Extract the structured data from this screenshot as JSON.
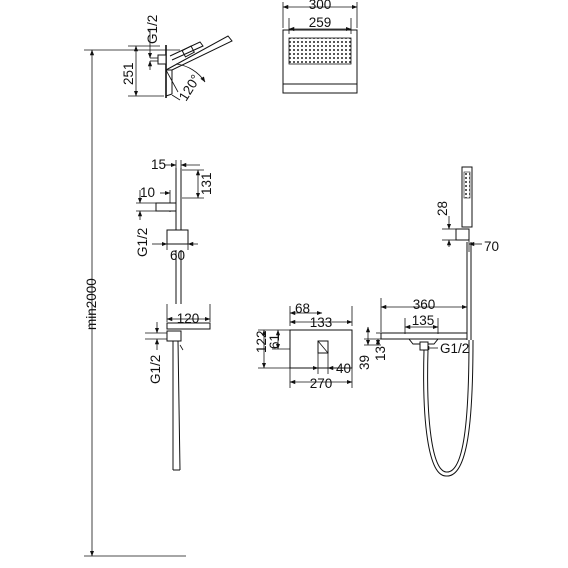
{
  "drawing": {
    "overall_height": "min2000",
    "rain_head_side": {
      "height": "251",
      "thread": "G1/2",
      "angle": "120°"
    },
    "rain_head_front": {
      "outer_width": "300",
      "inner_width": "259"
    },
    "shower_arm": {
      "wall_offset": "15",
      "height": "131",
      "depth": "10",
      "thread": "G1/2",
      "width": "60"
    },
    "handshower": {
      "height": "28",
      "width": "70"
    },
    "spout": {
      "width": "120",
      "thread": "G1/2"
    },
    "mixer_plate": {
      "offset_left": "68",
      "inner_width": "133",
      "outer_height": "122",
      "inner_height": "61",
      "handle": "40",
      "outer_width": "270"
    },
    "tray": {
      "length": "360",
      "inner_length": "135",
      "height": "39",
      "thickness": "13",
      "thread": "G1/2"
    }
  }
}
